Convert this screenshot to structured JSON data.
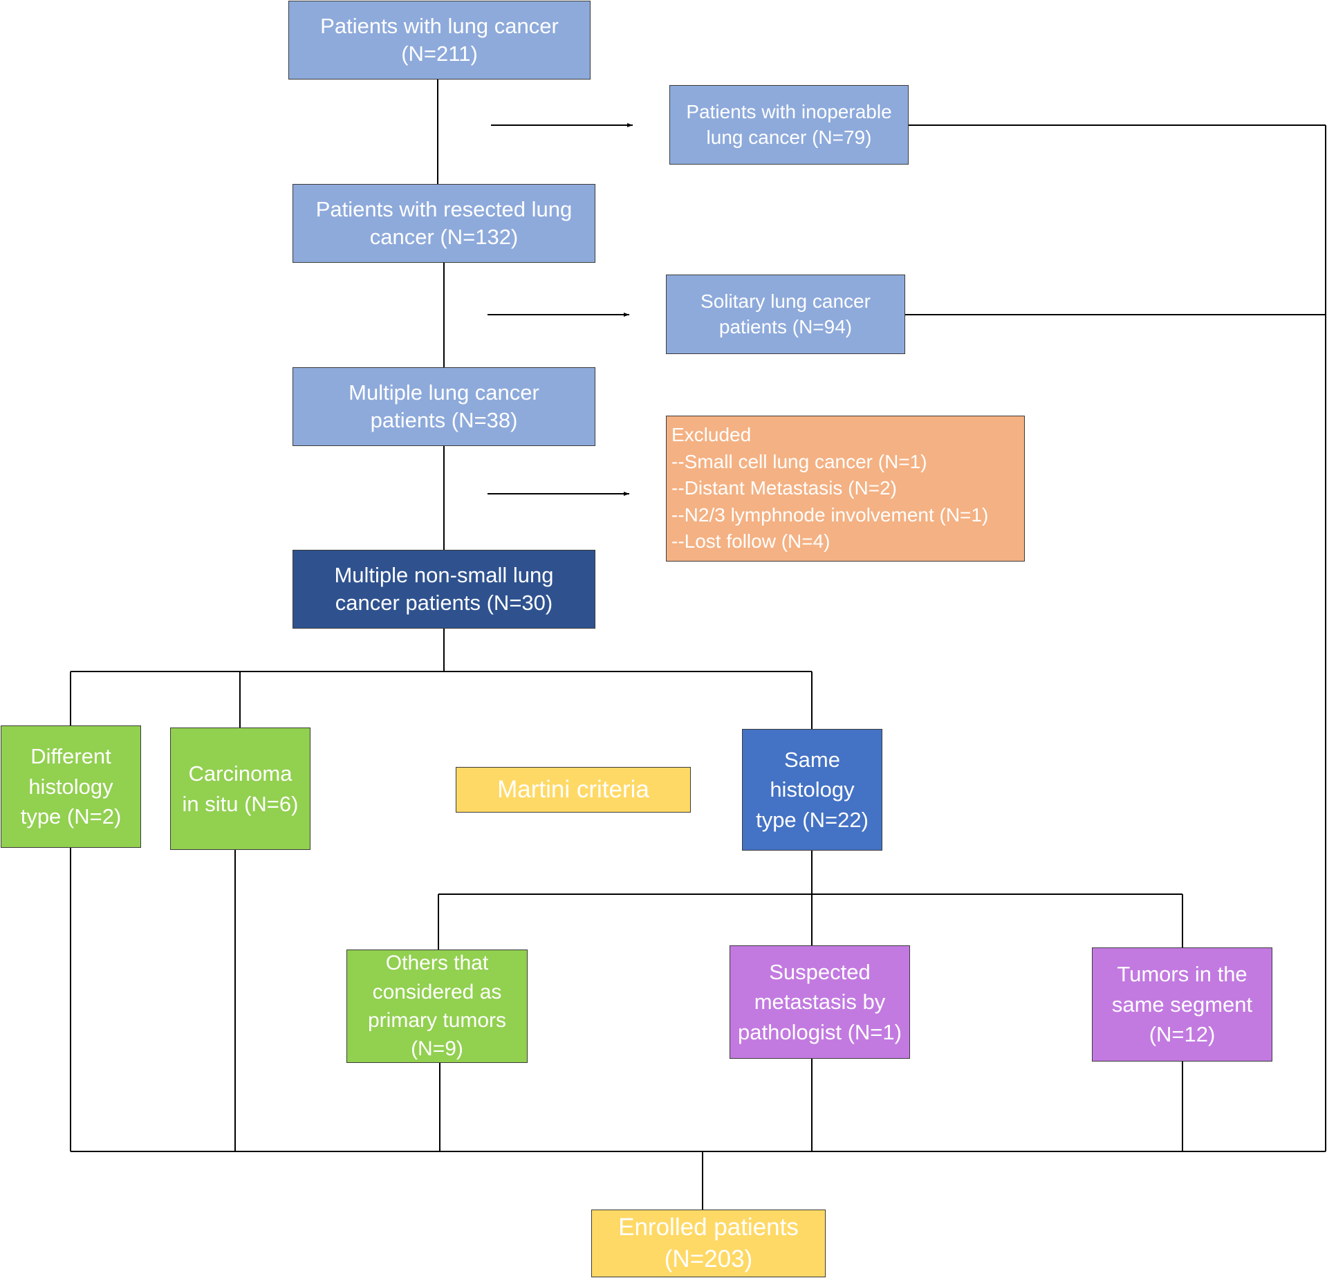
{
  "colors": {
    "light_blue": "#8eaadb",
    "dark_navy": "#2f528f",
    "medium_blue": "#4472c4",
    "green": "#92d050",
    "purple": "#c27ae0",
    "orange": "#f4b183",
    "yellow": "#ffd966",
    "line": "#000000"
  },
  "nodes": {
    "n211": [
      "Patients with lung cancer",
      "(N=211)"
    ],
    "n79": [
      "Patients with inoperable",
      "lung cancer (N=79)"
    ],
    "n132": [
      "Patients with resected lung",
      "cancer (N=132)"
    ],
    "n94": [
      "Solitary lung cancer",
      "patients (N=94)"
    ],
    "n38": [
      "Multiple lung cancer",
      "patients (N=38)"
    ],
    "excluded": [
      "Excluded",
      "--Small cell lung cancer (N=1)",
      "--Distant Metastasis (N=2)",
      "--N2/3 lymphnode involvement (N=1)",
      "--Lost follow (N=4)"
    ],
    "n30": [
      "Multiple non-small lung",
      "cancer patients (N=30)"
    ],
    "diff_hist": [
      "Different",
      "histology",
      "type (N=2)"
    ],
    "cis": [
      "Carcinoma",
      "in situ (N=6)"
    ],
    "martini": [
      "Martini criteria"
    ],
    "same_hist": [
      "Same",
      "histology",
      "type (N=22)"
    ],
    "others": [
      "Others that",
      "considered as",
      "primary tumors",
      "(N=9)"
    ],
    "suspected": [
      "Suspected",
      "metastasis by",
      "pathologist (N=1)"
    ],
    "same_segment": [
      "Tumors in the",
      "same segment",
      "(N=12)"
    ],
    "enrolled": [
      "Enrolled patients",
      "(N=203)"
    ]
  }
}
